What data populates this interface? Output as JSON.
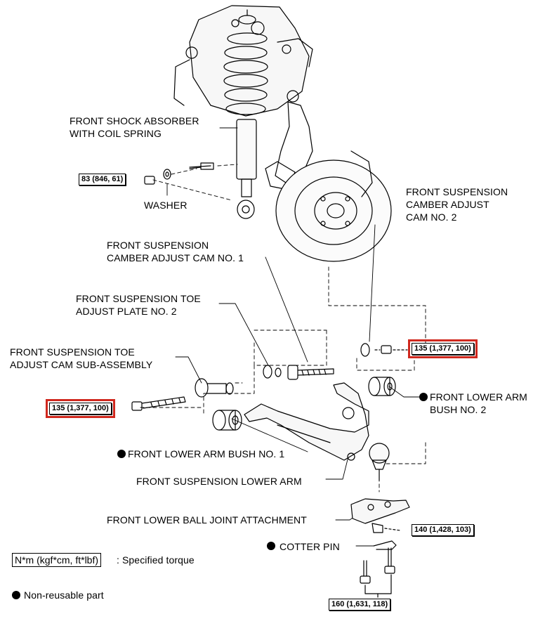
{
  "labels": {
    "shock_absorber": "FRONT SHOCK ABSORBER\nWITH COIL SPRING",
    "washer": "WASHER",
    "camber_cam_2": "FRONT SUSPENSION\nCAMBER ADJUST\nCAM NO. 2",
    "camber_cam_1": "FRONT SUSPENSION\nCAMBER ADJUST CAM NO. 1",
    "toe_plate_2": "FRONT SUSPENSION TOE\nADJUST PLATE NO. 2",
    "toe_cam_sub": "FRONT SUSPENSION TOE\nADJUST CAM SUB-ASSEMBLY",
    "lower_arm_bush_2": "FRONT LOWER ARM\nBUSH NO. 2",
    "lower_arm_bush_1": "FRONT LOWER ARM BUSH NO. 1",
    "lower_arm": "FRONT SUSPENSION LOWER ARM",
    "ball_joint_attachment": "FRONT LOWER BALL JOINT ATTACHMENT",
    "cotter_pin": "COTTER PIN"
  },
  "torques": {
    "shock_nut": "83 (846, 61)",
    "cam_no2_nut": "135 (1,377, 100)",
    "toe_bolt": "135 (1,377, 100)",
    "ball_joint_nut": "140 (1,428, 103)",
    "attachment_bolts": "160 (1,631, 118)"
  },
  "legend": {
    "torque_unit": "N*m (kgf*cm, ft*lbf)",
    "torque_desc": ": Specified torque",
    "non_reusable": "Non-reusable part"
  },
  "colors": {
    "highlight": "#d0281e",
    "ink": "#000000"
  }
}
